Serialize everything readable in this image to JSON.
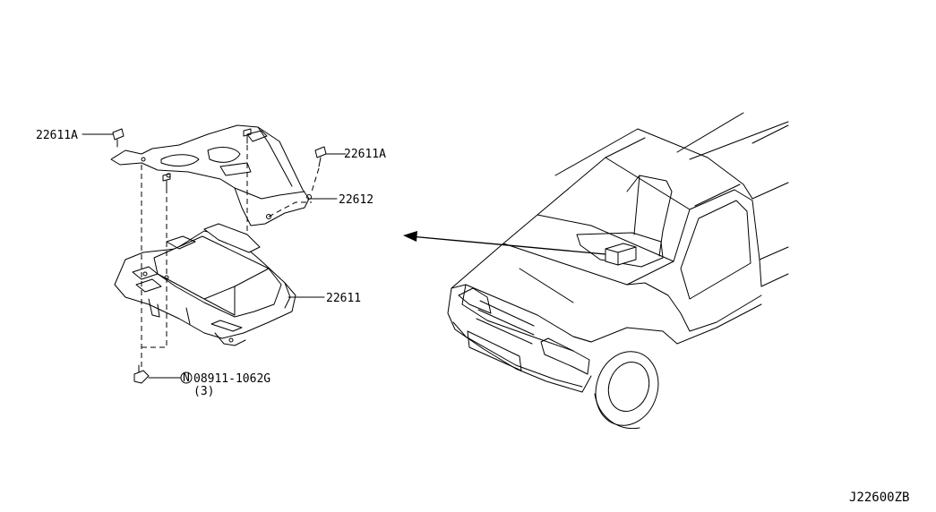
{
  "labels": {
    "bolt_left": "22611A",
    "bolt_right": "22611A",
    "bracket": "22612",
    "control_unit": "22611",
    "nut_symbol": "N",
    "nut_part": "08911-1062G",
    "nut_qty": "(3)"
  },
  "diagram_code": "J22600ZB"
}
